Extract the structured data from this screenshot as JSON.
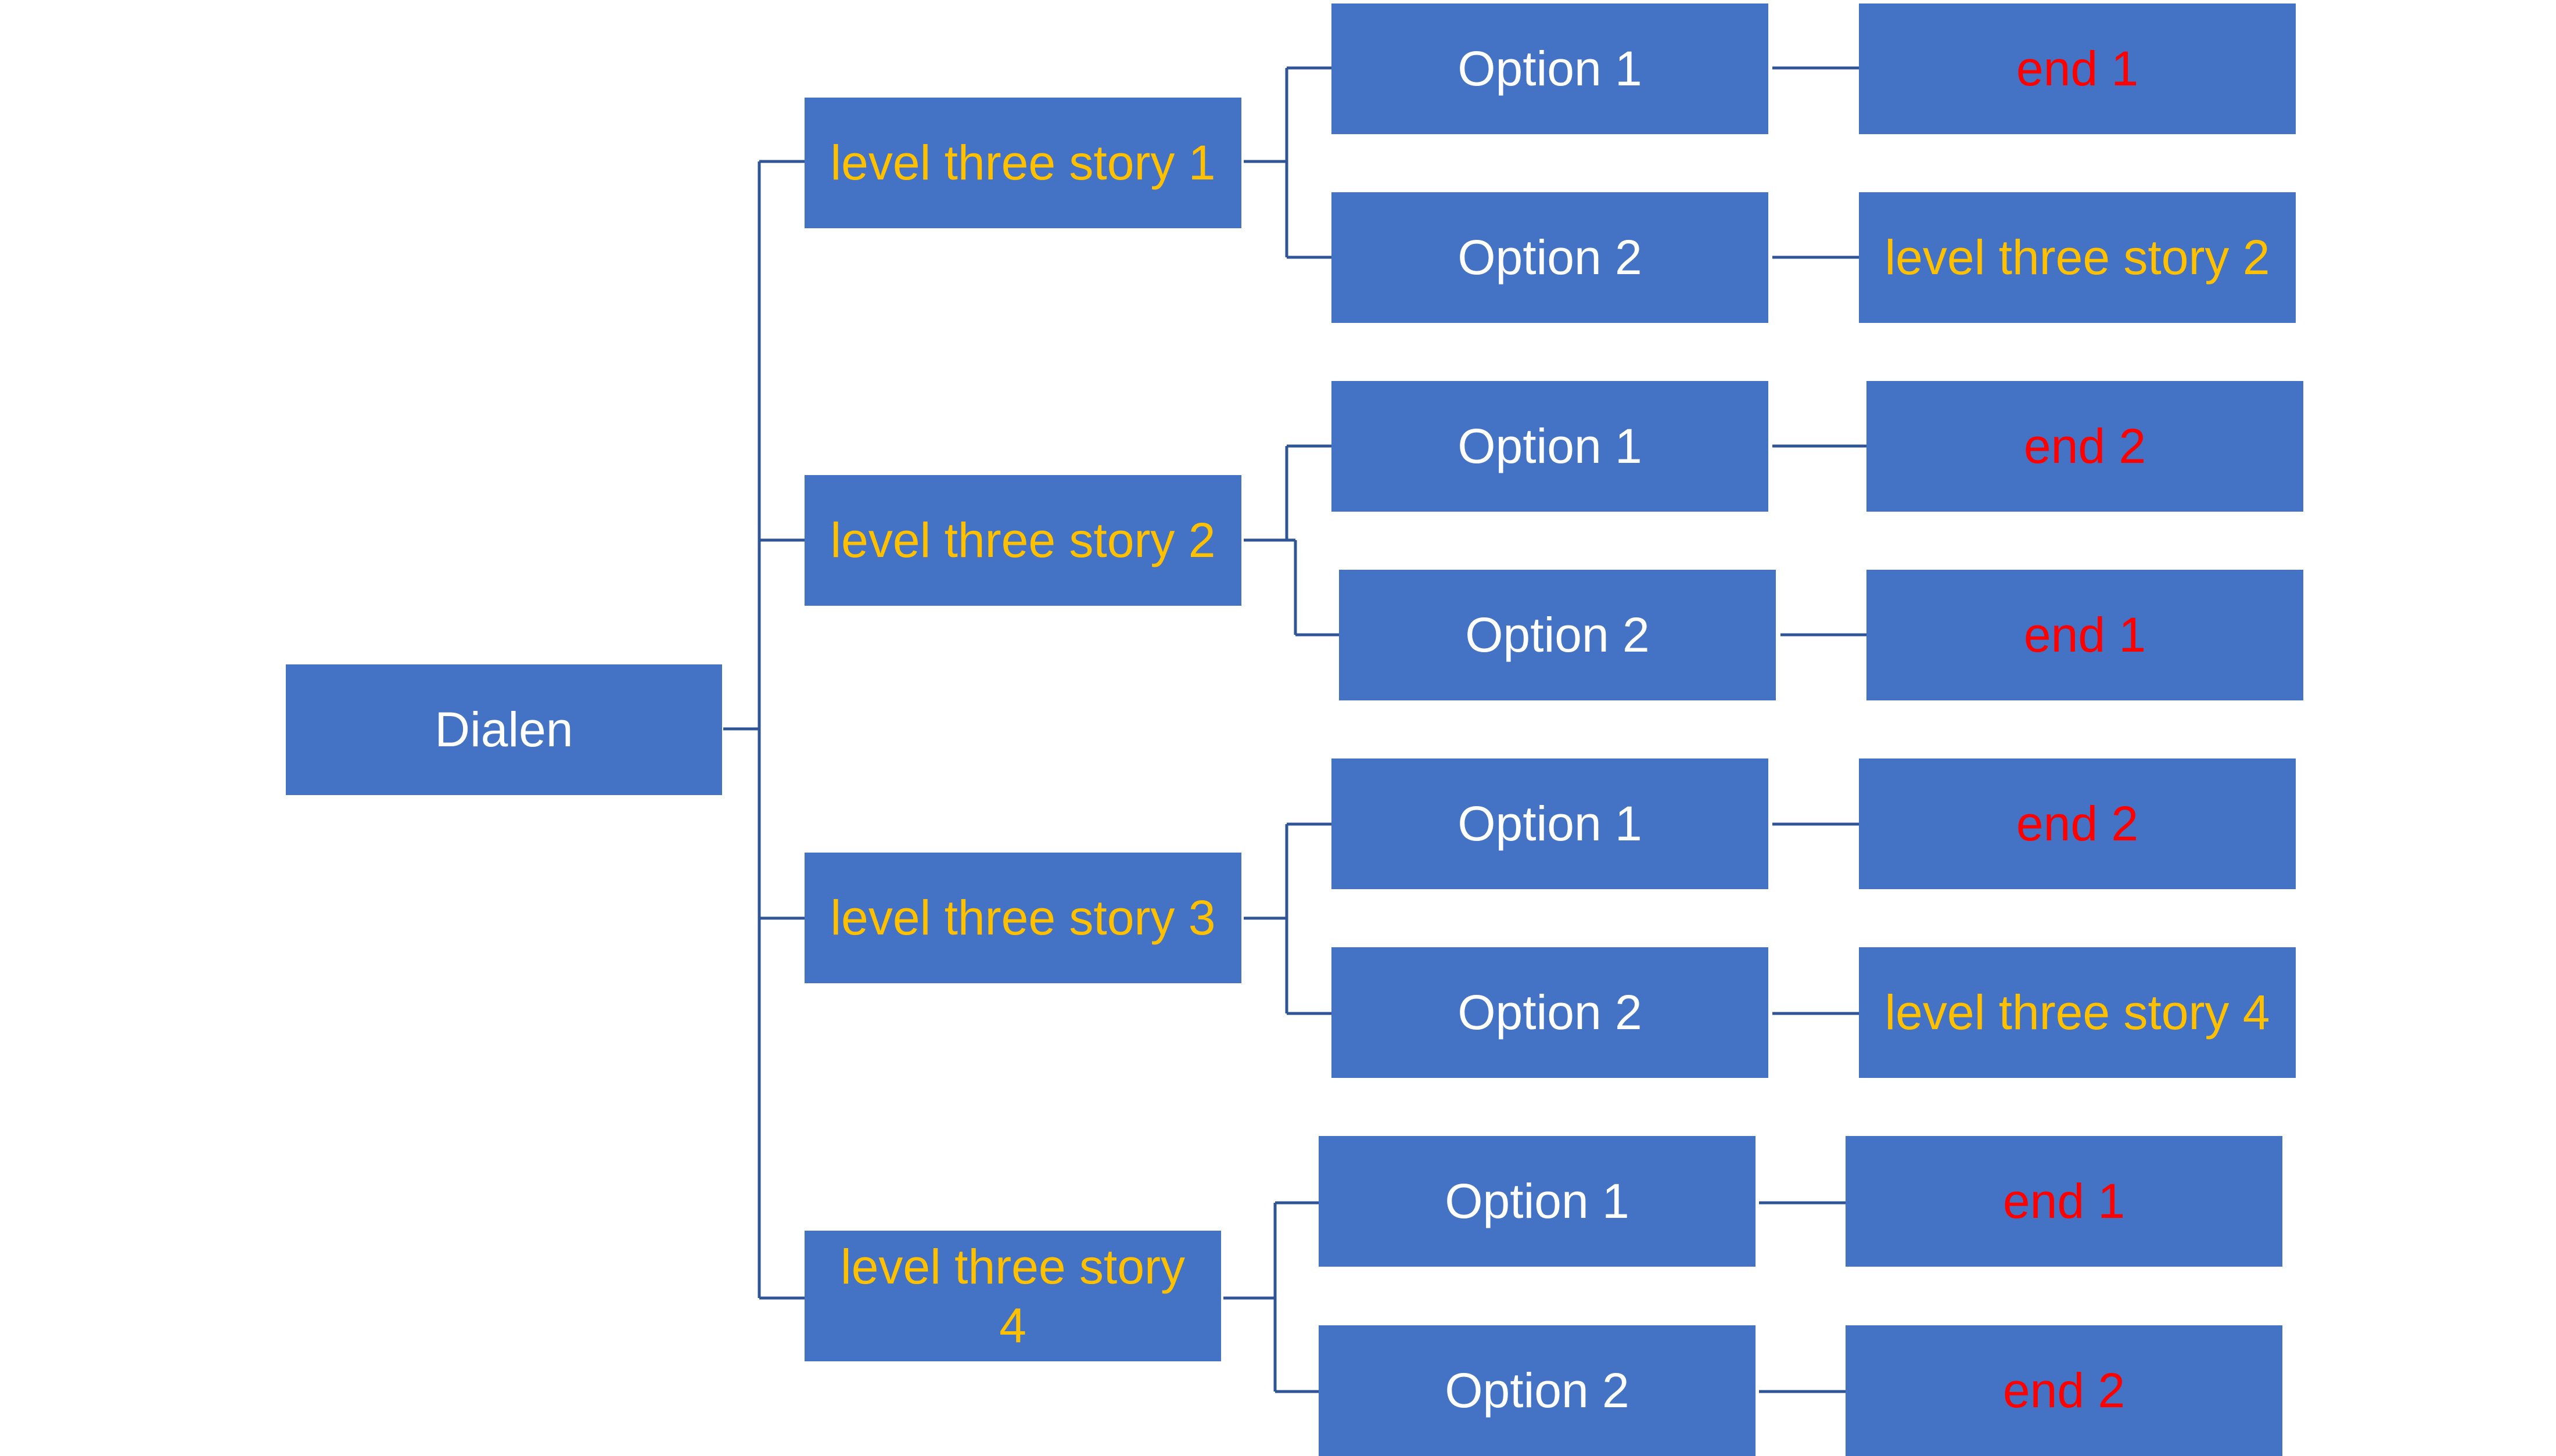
{
  "colors": {
    "box_fill": "#4472C4",
    "connector": "#2F5597",
    "text_white": "#FFFFFF",
    "text_gold": "#FFC000",
    "text_red": "#FF0000"
  },
  "root": {
    "label": "Dialen"
  },
  "stories": [
    {
      "label": "level three story 1",
      "options": [
        {
          "label": "Option 1",
          "result": "end 1"
        },
        {
          "label": "Option 2",
          "result": "level three story 2"
        }
      ]
    },
    {
      "label": "level three story 2",
      "options": [
        {
          "label": "Option 1",
          "result": "end 2"
        },
        {
          "label": "Option 2",
          "result": "end 1"
        }
      ]
    },
    {
      "label": "level three story 3",
      "options": [
        {
          "label": "Option 1",
          "result": "end 2"
        },
        {
          "label": "Option 2",
          "result": "level three story 4"
        }
      ]
    },
    {
      "label": "level three story 4",
      "options": [
        {
          "label": "Option 1",
          "result": "end 1"
        },
        {
          "label": "Option 2",
          "result": "end 2"
        }
      ]
    }
  ]
}
